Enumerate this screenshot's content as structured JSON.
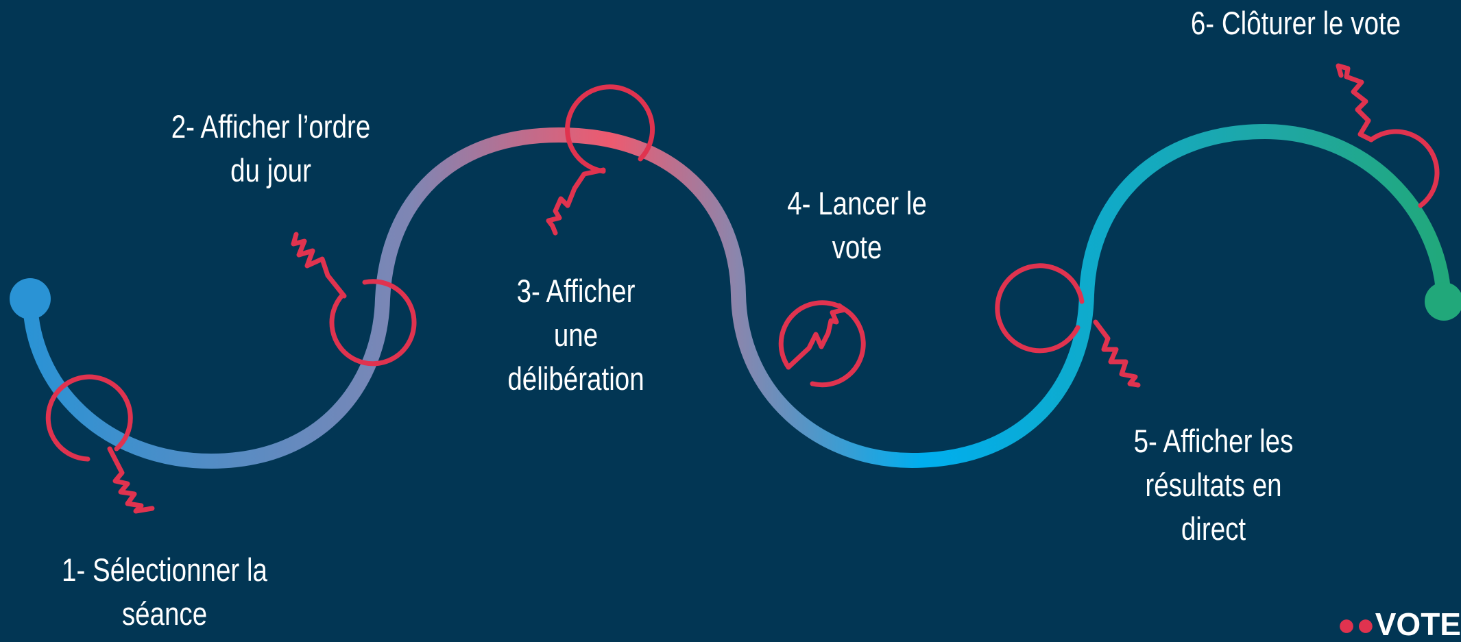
{
  "colors": {
    "background": "#023654",
    "path_start": "#2a93d5",
    "path_peak": "#ee5a6f",
    "path_mid": "#00aeef",
    "path_end": "#21a87a",
    "accent_loops": "#e0334f",
    "label_text": "#ffffff"
  },
  "steps": [
    {
      "label": "1- Sélectionner la\nséance",
      "loop_icon": "loop-squiggle-icon"
    },
    {
      "label": "2- Afficher l’ordre\ndu jour",
      "loop_icon": "loop-squiggle-icon"
    },
    {
      "label": "3- Afficher\nune\ndélibération",
      "loop_icon": "loop-squiggle-icon"
    },
    {
      "label": "4- Lancer le\nvote",
      "loop_icon": "loop-squiggle-icon"
    },
    {
      "label": "5- Afficher les\nrésultats en\ndirect",
      "loop_icon": "loop-squiggle-icon"
    },
    {
      "label": "6- Clôturer le vote",
      "loop_icon": "loop-squiggle-icon"
    }
  ],
  "logo": {
    "text": "VOTE"
  }
}
